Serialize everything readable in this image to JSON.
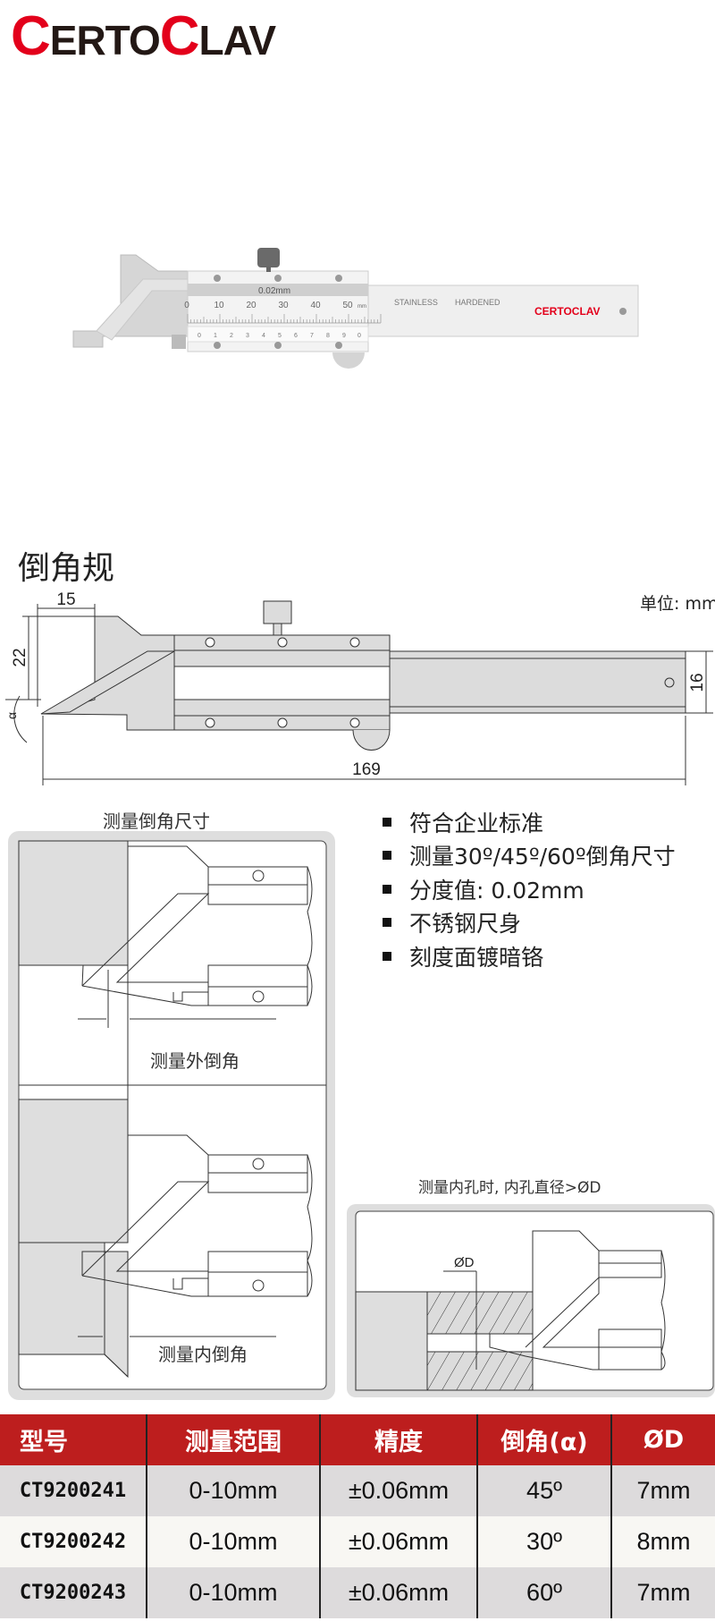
{
  "brand": {
    "logo": "CERTOCLAV",
    "logo_parts": [
      "C",
      "ERTO",
      "C",
      "LAV"
    ],
    "color": "#e3001b"
  },
  "photo": {
    "resolution_label": "0.02mm",
    "main_scale": [
      "0",
      "10",
      "20",
      "30",
      "40",
      "50"
    ],
    "main_scale_unit": "mm",
    "vernier_scale": [
      "0",
      "1",
      "2",
      "3",
      "4",
      "5",
      "6",
      "7",
      "8",
      "9",
      "0"
    ],
    "engraving_1": "STAINLESS",
    "engraving_2": "HARDENED",
    "logo": "CERTOCLAV"
  },
  "drawing": {
    "title": "倒角规",
    "unit": "单位: mm",
    "dim_top": "15",
    "dim_left": "22",
    "dim_right": "16",
    "dim_length": "169",
    "angle_symbol": "α"
  },
  "usage": {
    "caption": "测量倒角尺寸",
    "outer_label": "测量外倒角",
    "inner_label": "测量内倒角"
  },
  "features": [
    "符合企业标准",
    "测量30º/45º/60º倒角尺寸",
    "分度值: 0.02mm",
    "不锈钢尺身",
    "刻度面镀暗铬"
  ],
  "hole": {
    "caption": "测量内孔时, 内孔直径>ØD",
    "label": "ØD"
  },
  "table": {
    "header_color": "#bd1e1e",
    "headers": [
      "型号",
      "测量范围",
      "精度",
      "倒角(α)",
      "ØD"
    ],
    "rows": [
      [
        "CT9200241",
        "0-10mm",
        "±0.06mm",
        "45º",
        "7mm"
      ],
      [
        "CT9200242",
        "0-10mm",
        "±0.06mm",
        "30º",
        "8mm"
      ],
      [
        "CT9200243",
        "0-10mm",
        "±0.06mm",
        "60º",
        "7mm"
      ]
    ]
  }
}
